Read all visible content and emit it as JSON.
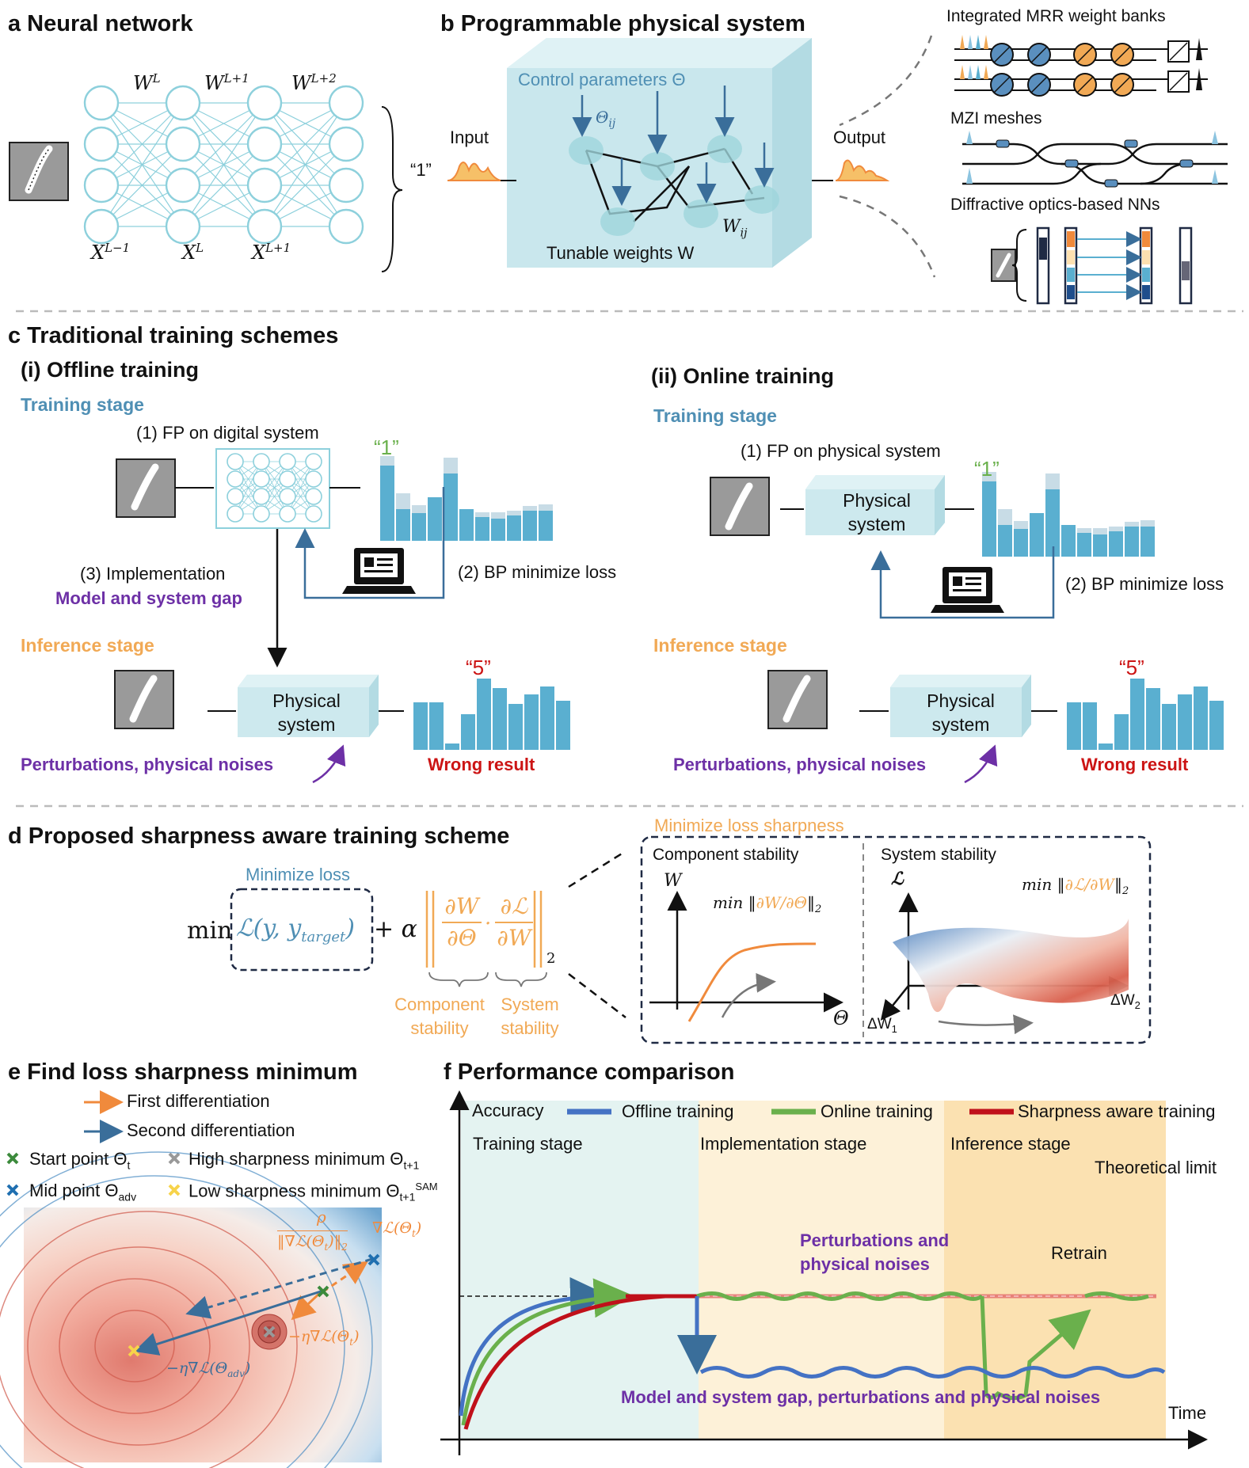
{
  "panel_a": {
    "title": "a Neural network",
    "weights": [
      "W",
      "W",
      "W"
    ],
    "weight_sup": [
      "L",
      "L+1",
      "L+2"
    ],
    "activations": [
      "X",
      "X",
      "X"
    ],
    "activation_sup": [
      "L−1",
      "L",
      "L+1"
    ],
    "output_label": "“1”"
  },
  "panel_b": {
    "title": "b Programmable physical system",
    "control": "Control parameters Θ",
    "theta_ij": "Θ",
    "theta_sub": "ij",
    "input": "Input",
    "output": "Output",
    "tunable": "Tunable weights W",
    "w_ij": "W",
    "w_sub": "ij",
    "mrr": "Integrated MRR weight banks",
    "mzi": "MZI meshes",
    "diffractive": "Diffractive optics-based NNs"
  },
  "panel_c": {
    "title": "c Traditional training schemes",
    "offline": "(i) Offline training",
    "online": "(ii) Online training",
    "training_stage": "Training stage",
    "inference_stage": "Inference stage",
    "fp_digital": "(1) FP on digital system",
    "fp_physical": "(1) FP on physical system",
    "bp": "(2) BP minimize loss",
    "impl": "(3) Implementation",
    "gap": "Model and system gap",
    "physical": "Physical",
    "system": "system",
    "label_1": "“1”",
    "label_5": "“5”",
    "perturb": "Perturbations, physical noises",
    "wrong": "Wrong result"
  },
  "panel_d": {
    "title": "d Proposed sharpness aware training scheme",
    "min_loss": "Minimize loss",
    "min_sharp": "Minimize loss sharpness",
    "min_word": "min",
    "loss_expr": "ℒ(y, y",
    "loss_sub": "target",
    "plus_alpha": "+ α",
    "comp_stab_1": "Component",
    "comp_stab_2": "stability",
    "sys_stab_1": "System",
    "sys_stab_2": "stability",
    "comp_title": "Component stability",
    "sys_title": "System stability",
    "axis_w": "W",
    "axis_theta": "Θ",
    "axis_l": "ℒ",
    "dw1": "ΔW",
    "dw2": "ΔW"
  },
  "panel_e": {
    "title": "e Find loss sharpness minimum",
    "first_diff": "First differentiation",
    "second_diff": "Second differentiation",
    "start": "Start point Θ",
    "start_sub": "t",
    "mid": "Mid point Θ",
    "mid_sub": "adv",
    "high": "High sharpness minimum Θ",
    "high_sub": "t+1",
    "low": "Low sharpness minimum Θ",
    "low_sub": "t+1",
    "low_sup": "SAM",
    "rho": "ρ",
    "grad_norm": "‖∇ℒ(Θ",
    "grad_t": "∇ℒ(Θ",
    "step1": "−η∇ℒ(Θ",
    "step2": "−η∇ℒ(Θ"
  },
  "panel_f": {
    "title": "f Performance comparison",
    "accuracy": "Accuracy",
    "time": "Time",
    "legend": [
      "Offline training",
      "Online training",
      "Sharpness aware training"
    ],
    "colors": [
      "#4472c4",
      "#6ab04c",
      "#c0101a"
    ],
    "train": "Training stage",
    "impl": "Implementation stage",
    "infer": "Inference stage",
    "theoretical": "Theoretical limit",
    "perturb1": "Perturbations and",
    "perturb2": "physical noises",
    "retrain": "Retrain",
    "gap_note": "Model and system gap, perturbations and physical noises"
  },
  "colors": {
    "teal": "#9fd3dc",
    "blue_text": "#4f8fb4",
    "orange": "#f1a955",
    "purple": "#6d30a6",
    "red": "#cc1414",
    "bar": "#5aafd0"
  }
}
